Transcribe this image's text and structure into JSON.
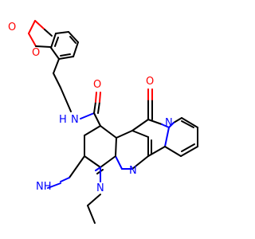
{
  "molecule": {
    "atoms": {
      "o1": "O",
      "o2": "O",
      "nh_amide": "N",
      "h_amide": "H",
      "o_amide": "O",
      "o_keto": "O",
      "n_pyrido": "N",
      "nh_imine": "NH",
      "n_ethyl": "N",
      "n_ring": "N"
    },
    "colors": {
      "bond": "#000000",
      "oxygen": "#ff0000",
      "nitrogen": "#0000ff"
    }
  }
}
